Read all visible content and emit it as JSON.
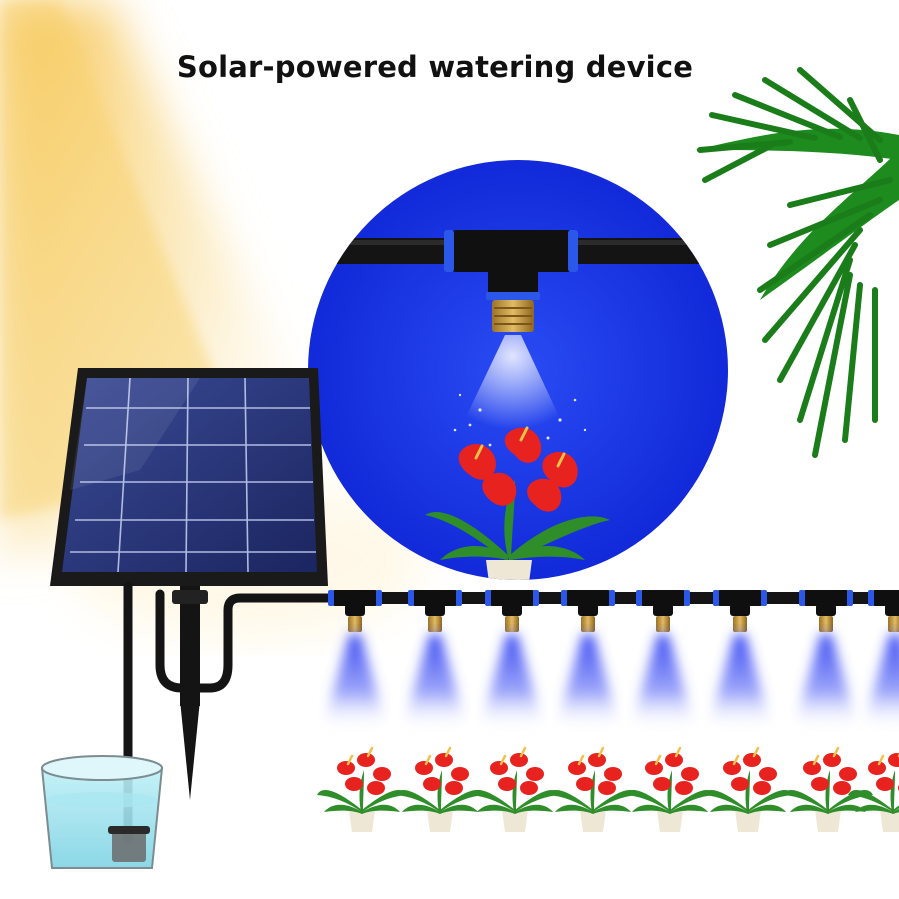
{
  "title": "Solar-powered watering device",
  "colors": {
    "sunbeam": "#f6c453",
    "inset_blue": "#1633e6",
    "spray_blue": "#2e3cf2",
    "pipe": "#141414",
    "solar_cell": "#22306e",
    "water": "#9fe3ee",
    "flower": "#e8231f",
    "leaf": "#2f8d2a",
    "palm": "#1d8b1e",
    "brass": "#c79a3f"
  },
  "icons": [
    "sunbeam",
    "solar-panel",
    "water-bucket",
    "pump",
    "ground-stake",
    "drip-pipe",
    "tee-connector",
    "mist-nozzle",
    "anthurium-plant",
    "palm-leaves"
  ]
}
